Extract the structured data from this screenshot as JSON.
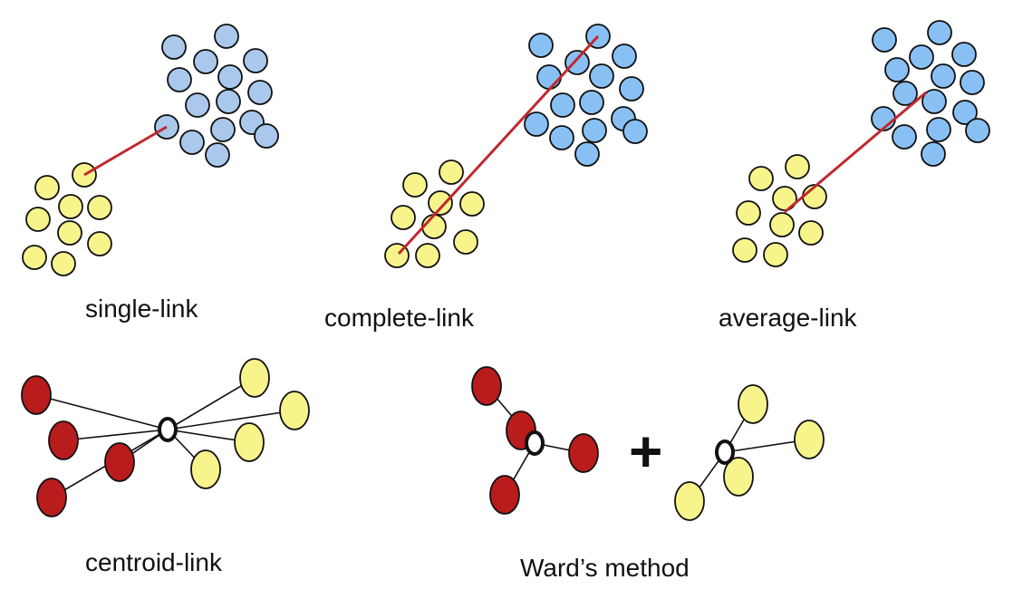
{
  "panels": [
    {
      "id": "single",
      "caption": "single-link"
    },
    {
      "id": "complete",
      "caption": "complete-link"
    },
    {
      "id": "average",
      "caption": "average-link"
    },
    {
      "id": "centroid",
      "caption": "centroid-link"
    },
    {
      "id": "ward",
      "caption": "Ward’s method",
      "operator": "+"
    }
  ],
  "colors": {
    "cluster_blue_light": "#a9c8ec",
    "cluster_blue": "#89c0f4",
    "cluster_yellow": "#f8f48c",
    "cluster_red": "#b81c1c",
    "link_line": "#c0282e",
    "outline": "#111111",
    "centroid_fill": "#ffffff"
  }
}
